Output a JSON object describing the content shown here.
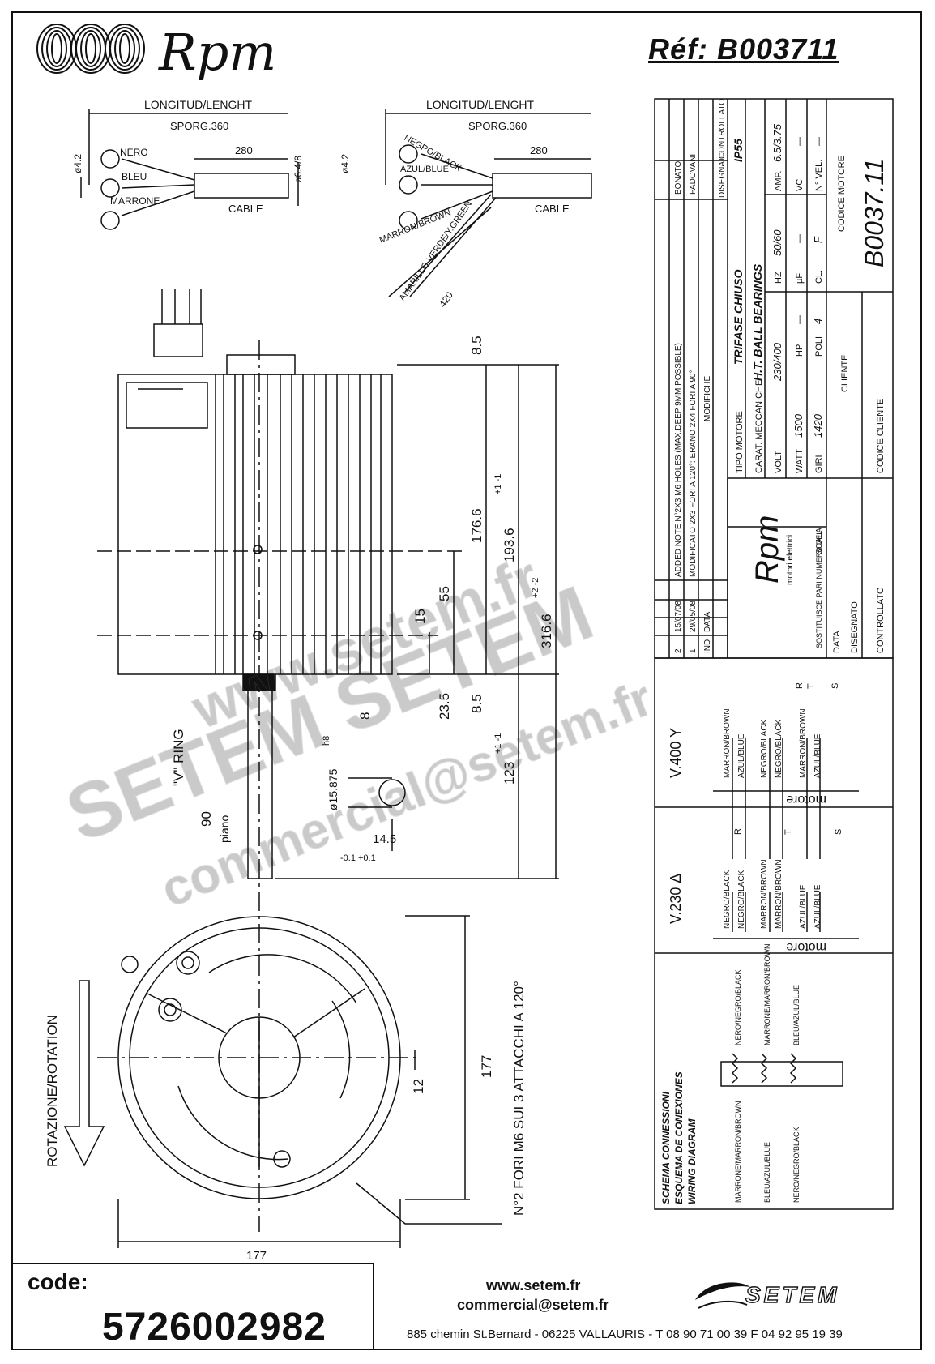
{
  "header": {
    "brand": "Rpm",
    "reference": "Réf:  B003711"
  },
  "cable_labels": {
    "longitud_lenght": "LONGITUD/LENGHT",
    "sporg": "SPORG.360",
    "cable": "CABLE",
    "dim_280": "280",
    "dim_phi64": "ø6.4/8",
    "dim_phi42": "ø4.2",
    "nero": "NERO",
    "bleu": "BLEU",
    "marrone": "MARRONE",
    "negro_black": "NEGRO/BLACK",
    "azul_blue": "AZUL/BLUE",
    "marron_brown": "MARRON/BROWN",
    "amarillo": "AMARILLO VERDE/Y.GREEN",
    "dim_420": "420"
  },
  "side_view": {
    "dim_8_5_top": "8.5",
    "dim_176_6": "176.6",
    "dim_193_6": "193.6",
    "tol_193_6": "+1 -1",
    "dim_316_6": "316.6",
    "tol_316_6": "+2 -2",
    "dim_55": "55",
    "dim_15": "15",
    "dim_23_5": "23.5",
    "dim_8_5_bottom": "8.5",
    "dim_8": "8",
    "dim_123": "123",
    "tol_123": "+1 -1",
    "v_ring": "\"V\" RING",
    "dim_90": "90",
    "piano": "piano",
    "dim_shaft": "ø15.875",
    "fit": "h8",
    "dim_14_5": "14.5",
    "tol_14_5": "-0.1 +0.1"
  },
  "front_view": {
    "rotation": "ROTAZIONE/ROTATION",
    "holes_note": "N°2 FORI M6 SUI 3 ATTACCHI A 120°",
    "dim_177_v": "177",
    "dim_12": "12",
    "dim_177_h": "177"
  },
  "title_block": {
    "revisions": [
      {
        "ind": "-",
        "data": "-",
        "modifiche": "-",
        "by": "-",
        "ctrl": "-"
      },
      {
        "ind": "-",
        "data": "-",
        "modifiche": "-",
        "by": "-",
        "ctrl": "-"
      },
      {
        "ind": "2",
        "data": "15/07/08",
        "modifiche": "ADDED NOTE N°2X3 M6 HOLES (MAX.DEEP 9MM POSSIBLE)",
        "by": "BONATO",
        "ctrl": ""
      },
      {
        "ind": "1",
        "data": "29/05/08",
        "modifiche": "MODIFICATO 2X3 FORI A 120°: ERANO 2X4 FORI A 90°",
        "by": "PADOVANI",
        "ctrl": ""
      }
    ],
    "col_ind": "IND",
    "col_data": "DATA",
    "col_modifiche": "MODIFICHE",
    "col_disegnato": "DISEGNATO",
    "col_controllato": "CONTROLLATO",
    "tipo_motore_label": "TIPO MOTORE",
    "tipo_motore": "TRIFASE CHIUSO",
    "protection": "IP55",
    "carat_label": "CARAT. MECCANICHE",
    "carat": "H.T. BALL BEARINGS",
    "volt_label": "VOLT",
    "volt": "230/400",
    "hz_label": "HZ",
    "hz": "50/60",
    "amp_label": "AMP.",
    "amp": "6.5/3.75",
    "watt_label": "WATT",
    "watt": "1500",
    "hp_label": "HP",
    "hp": "—",
    "uf_label": "µF",
    "uf": "—",
    "vc_label": "VC",
    "vc": "—",
    "giri_label": "GIRI",
    "giri": "1420",
    "poli_label": "POLI",
    "poli": "4",
    "cl_label": "CL.",
    "cl": "F",
    "vel_label": "N° VEL.",
    "vel": "—",
    "cliente_label": "CLIENTE",
    "codice_motore_label": "CODICE MOTORE",
    "codice_motore": "B0037.11",
    "codice_cliente_label": "CODICE CLIENTE",
    "sostituisce": "SOSTITUISCE PARI NUMERO DEL",
    "scala": "SCALA",
    "data_label": "DATA",
    "disegnato_label": "DISEGNATO",
    "controllato_label": "CONTROLLATO",
    "rpm_logo": "Rpm",
    "rpm_sub": "motori elettrici"
  },
  "wiring": {
    "v400": "V.400 Y",
    "v230": "V.230 Δ",
    "motore": "motore",
    "r": "R",
    "t": "T",
    "s": "S",
    "w400": [
      "MARRON/BROWN",
      "AZUL/BLUE",
      "NEGRO/BLACK",
      "NEGRO/BLACK",
      "MARRON/BROWN",
      "AZUL/BLUE"
    ],
    "w230": [
      "NEGRO/BLACK",
      "NEGRO/BLACK",
      "MARRON/BROWN",
      "MARRON/BROWN",
      "AZUL/BLUE",
      "AZUL/BLUE"
    ],
    "schema_it": "SCHEMA CONNESSIONI",
    "schema_es": "ESQUEMA DE CONEXIONES",
    "schema_en": "WIRING DIAGRAM",
    "top_labels": [
      "NERO/NEGRO/BLACK",
      "MARRONE/MARRON/BROWN",
      "BLEU/AZUL/BLUE"
    ],
    "bottom_labels": [
      "MARRONE/MARRON/BROWN",
      "BLEU/AZUL/BLUE",
      "NERO/NEGRO/BLACK"
    ]
  },
  "watermark": {
    "line1": "www.setem.fr",
    "line2": "SETEM SETEM",
    "line3": "commercial@setem.fr"
  },
  "footer": {
    "code_label": "code:",
    "code_number": "5726002982",
    "website": "www.setem.fr",
    "email": "commercial@setem.fr",
    "address": "885 chemin St.Bernard  -  06225 VALLAURIS  -  T 08 90 71 00 39   F 04 92 95 19 39",
    "logo": "SETEM"
  }
}
